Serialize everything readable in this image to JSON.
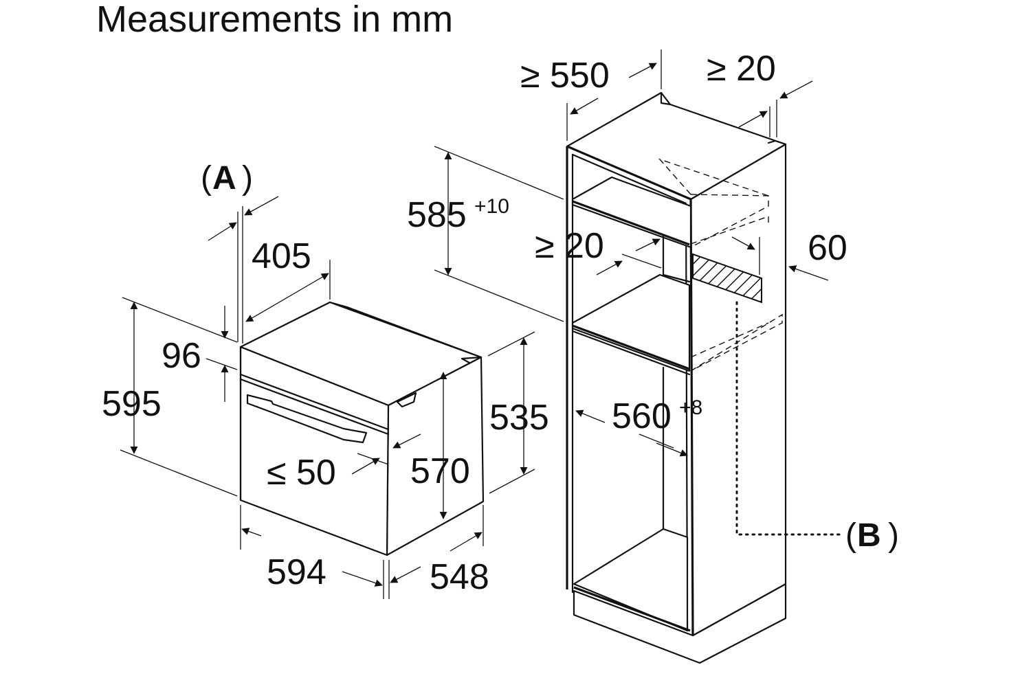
{
  "title": "Measurements in mm",
  "labels": {
    "a_open": "(",
    "a_letter": "A",
    "a_close": ")",
    "b_open": "(",
    "b_letter": "B",
    "b_close": ")"
  },
  "dimensions": {
    "oven_height": "595",
    "oven_width": "594",
    "oven_depth": "548",
    "oven_inner_height": "570",
    "oven_side_height": "535",
    "panel_height": "96",
    "top_depth": "405",
    "front_gap": "≤ 50",
    "cabinet_depth": "≥ 550",
    "cabinet_back_gap": "≥ 20",
    "niche_height": "585",
    "niche_height_tol": "+10",
    "niche_side_gap": "≥ 20",
    "niche_width": "560",
    "niche_width_tol": "+8",
    "vent_depth": "60"
  }
}
